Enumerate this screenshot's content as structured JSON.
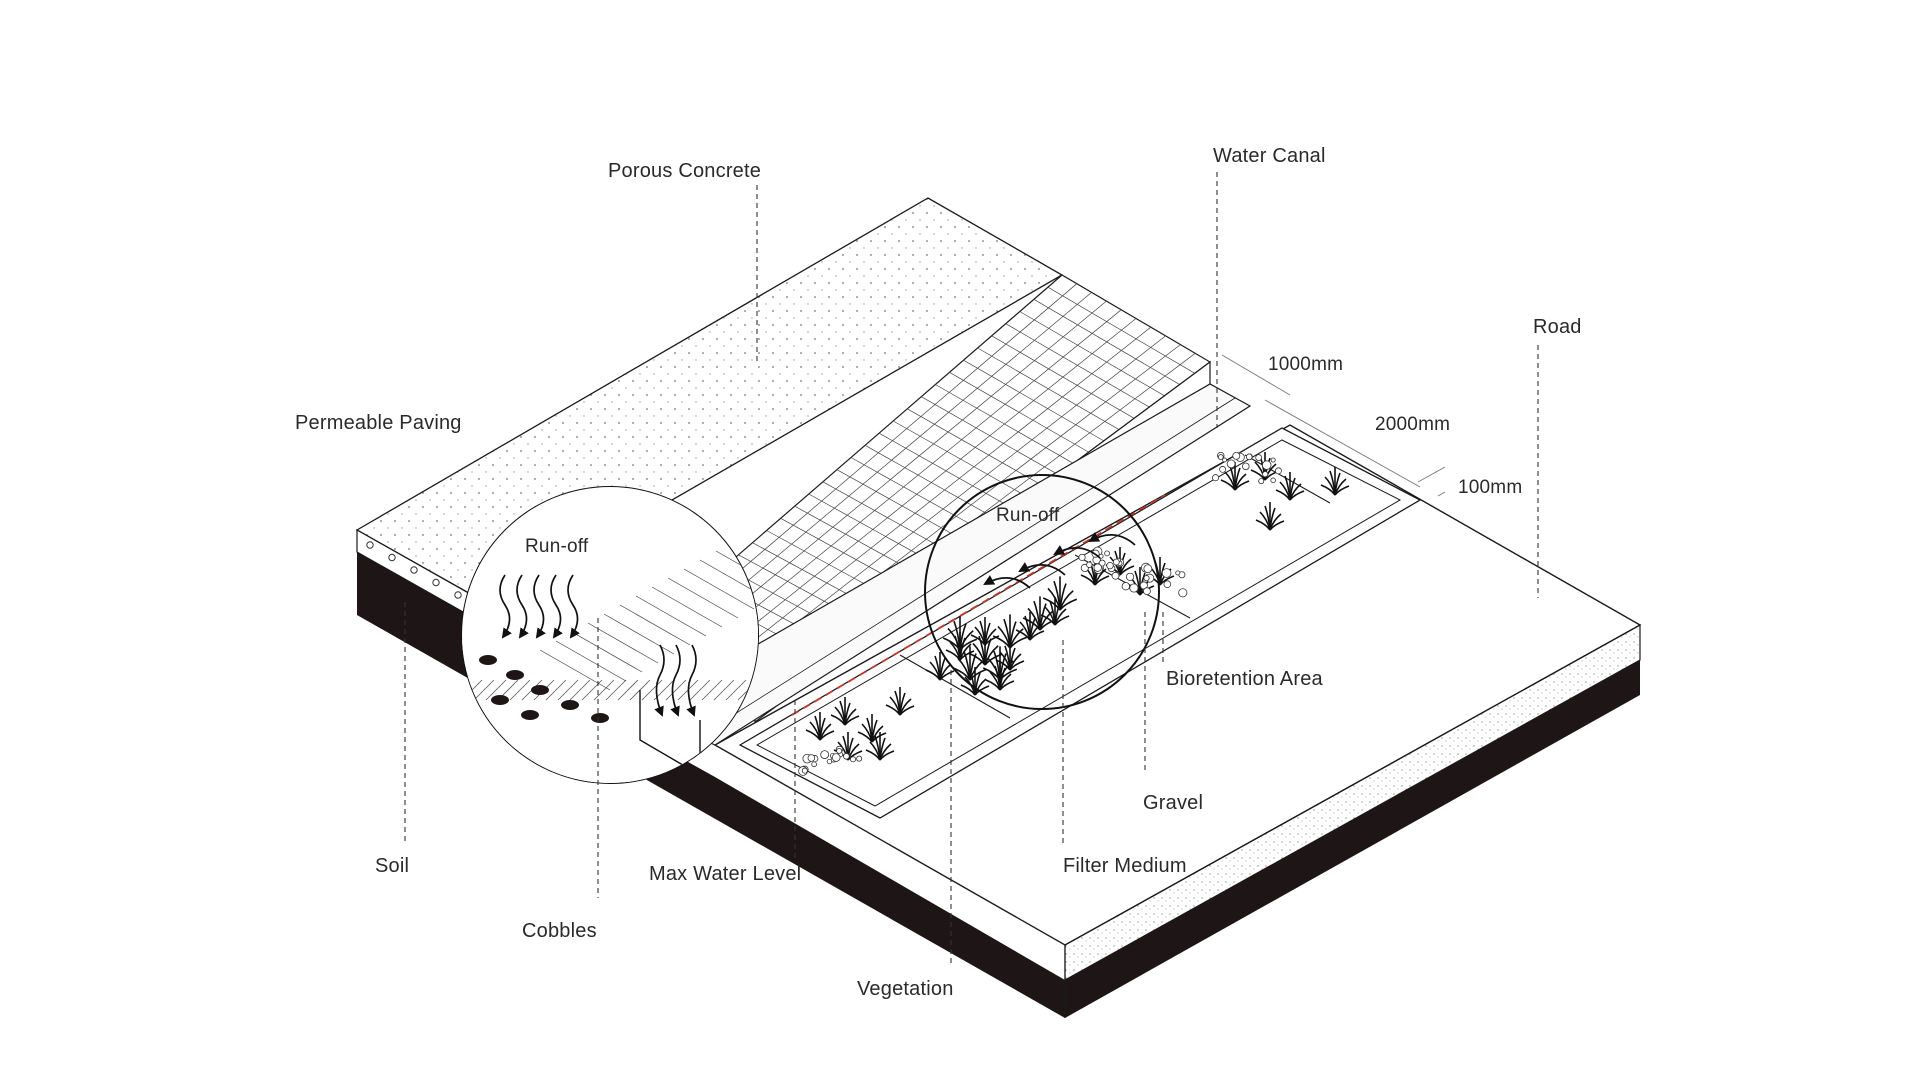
{
  "labels": {
    "porous_concrete": "Porous Concrete",
    "water_canal": "Water Canal",
    "road": "Road",
    "permeable_paving": "Permeable Paving",
    "dim_1000": "1000mm",
    "dim_2000": "2000mm",
    "dim_100": "100mm",
    "runoff_left": "Run-off",
    "runoff_right": "Run-off",
    "bioretention_area": "Bioretention Area",
    "gravel": "Gravel",
    "filter_medium": "Filter Medium",
    "soil": "Soil",
    "max_water_level": "Max Water Level",
    "cobbles": "Cobbles",
    "vegetation": "Vegetation"
  },
  "colors": {
    "line": "#1a1a1a",
    "soil_dark": "#1e1616",
    "water_level_dash": "#c0392b"
  }
}
